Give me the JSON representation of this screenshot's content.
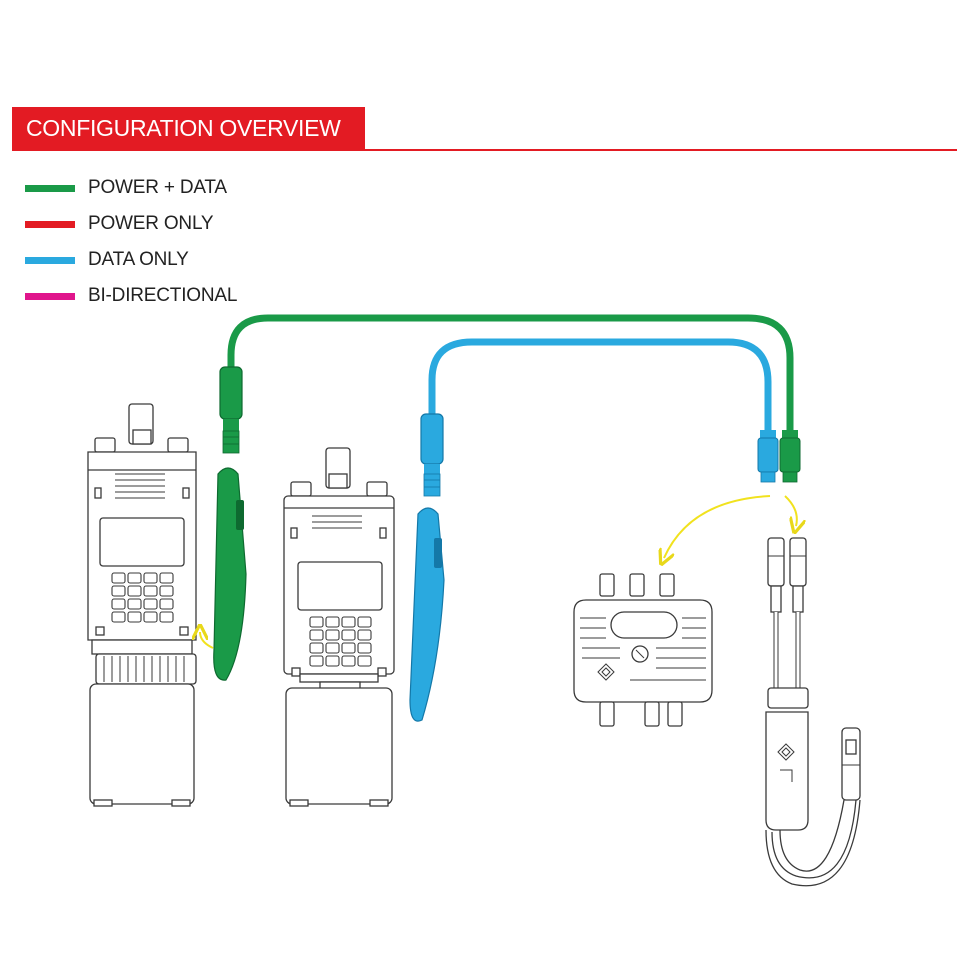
{
  "header": {
    "title": "CONFIGURATION OVERVIEW",
    "accent": "#e31b23"
  },
  "legend": {
    "items": [
      {
        "label": "POWER + DATA",
        "color": "#1a9a48"
      },
      {
        "label": "POWER ONLY",
        "color": "#e31b23"
      },
      {
        "label": "DATA ONLY",
        "color": "#2aa9df"
      },
      {
        "label": "BI-DIRECTIONAL",
        "color": "#e0158c"
      }
    ]
  },
  "arrow_color": "#f1e21e",
  "device_stroke": "#3a3a3a",
  "devices": [
    "left-radio",
    "right-radio",
    "hub",
    "y-cable"
  ]
}
